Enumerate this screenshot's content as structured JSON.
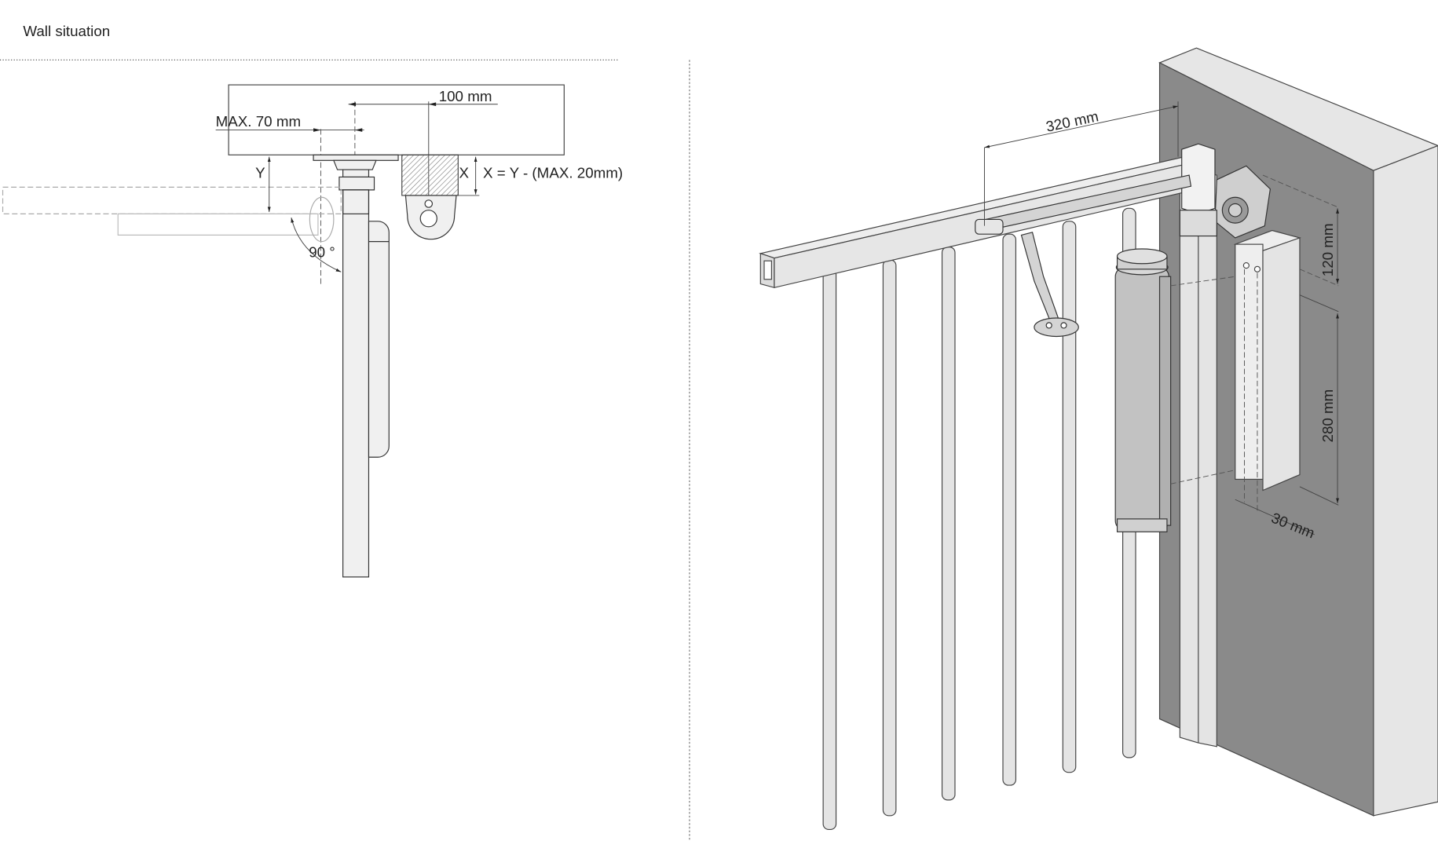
{
  "title": "Wall situation",
  "plan_view": {
    "dim_offset": "100 mm",
    "dim_max_offset": "MAX. 70 mm",
    "label_y": "Y",
    "label_x": "X",
    "formula": "X = Y - (MAX. 20mm)",
    "angle": "90 °"
  },
  "iso_view": {
    "dim_arm": "320 mm",
    "dim_top": "120 mm",
    "dim_height": "280 mm",
    "dim_depth": "30 mm"
  },
  "colors": {
    "wall_face": "#8a8a8a",
    "wall_edge": "#e6e6e6",
    "parts": "#c8c8c8"
  }
}
